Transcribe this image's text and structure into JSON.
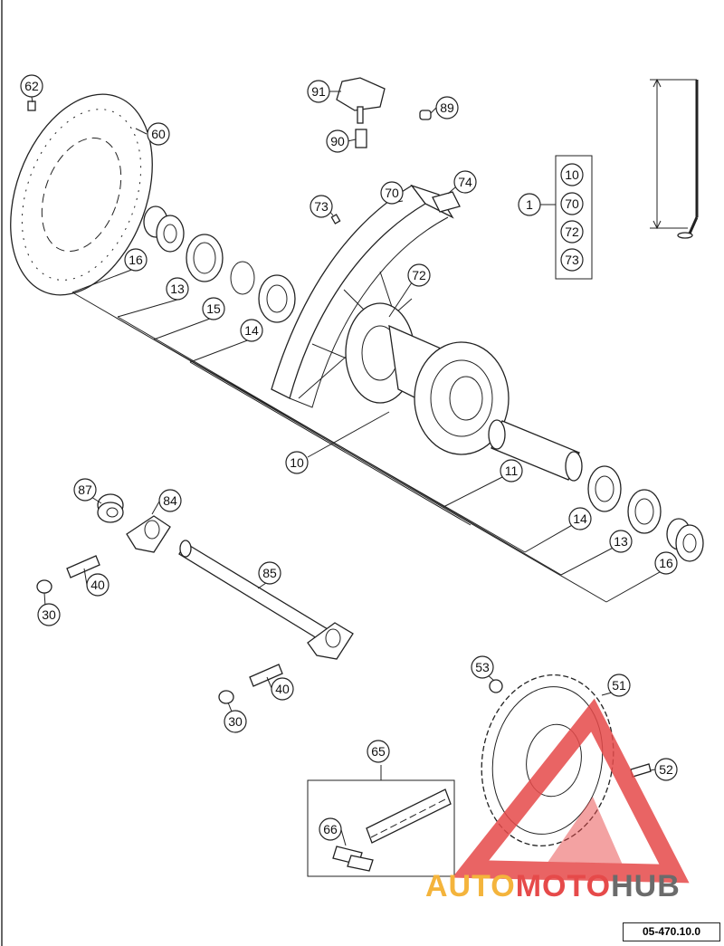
{
  "diagram": {
    "ref_code": "05-470.10.0",
    "watermark": {
      "part1": "AUTO",
      "part2": "MOTO",
      "part3": "HUB"
    },
    "kit_labels": [
      "10",
      "70",
      "72",
      "73"
    ],
    "callouts": {
      "p62": "62",
      "p60": "60",
      "p16a": "16",
      "p13a": "13",
      "p15": "15",
      "p14a": "14",
      "p91": "91",
      "p90": "90",
      "p89": "89",
      "p73": "73",
      "p70": "70",
      "p74": "74",
      "p72": "72",
      "p1": "1",
      "p10": "10",
      "p11": "11",
      "p14b": "14",
      "p13b": "13",
      "p16b": "16",
      "p87": "87",
      "p84": "84",
      "p85": "85",
      "p40a": "40",
      "p30a": "30",
      "p40b": "40",
      "p30b": "30",
      "p53": "53",
      "p51": "51",
      "p52": "52",
      "p65": "65",
      "p66": "66"
    },
    "colors": {
      "line": "#222222",
      "wm_yellow": "#f4b43c",
      "wm_red": "#e64a4a",
      "wm_grey": "#6b6b6b"
    }
  }
}
